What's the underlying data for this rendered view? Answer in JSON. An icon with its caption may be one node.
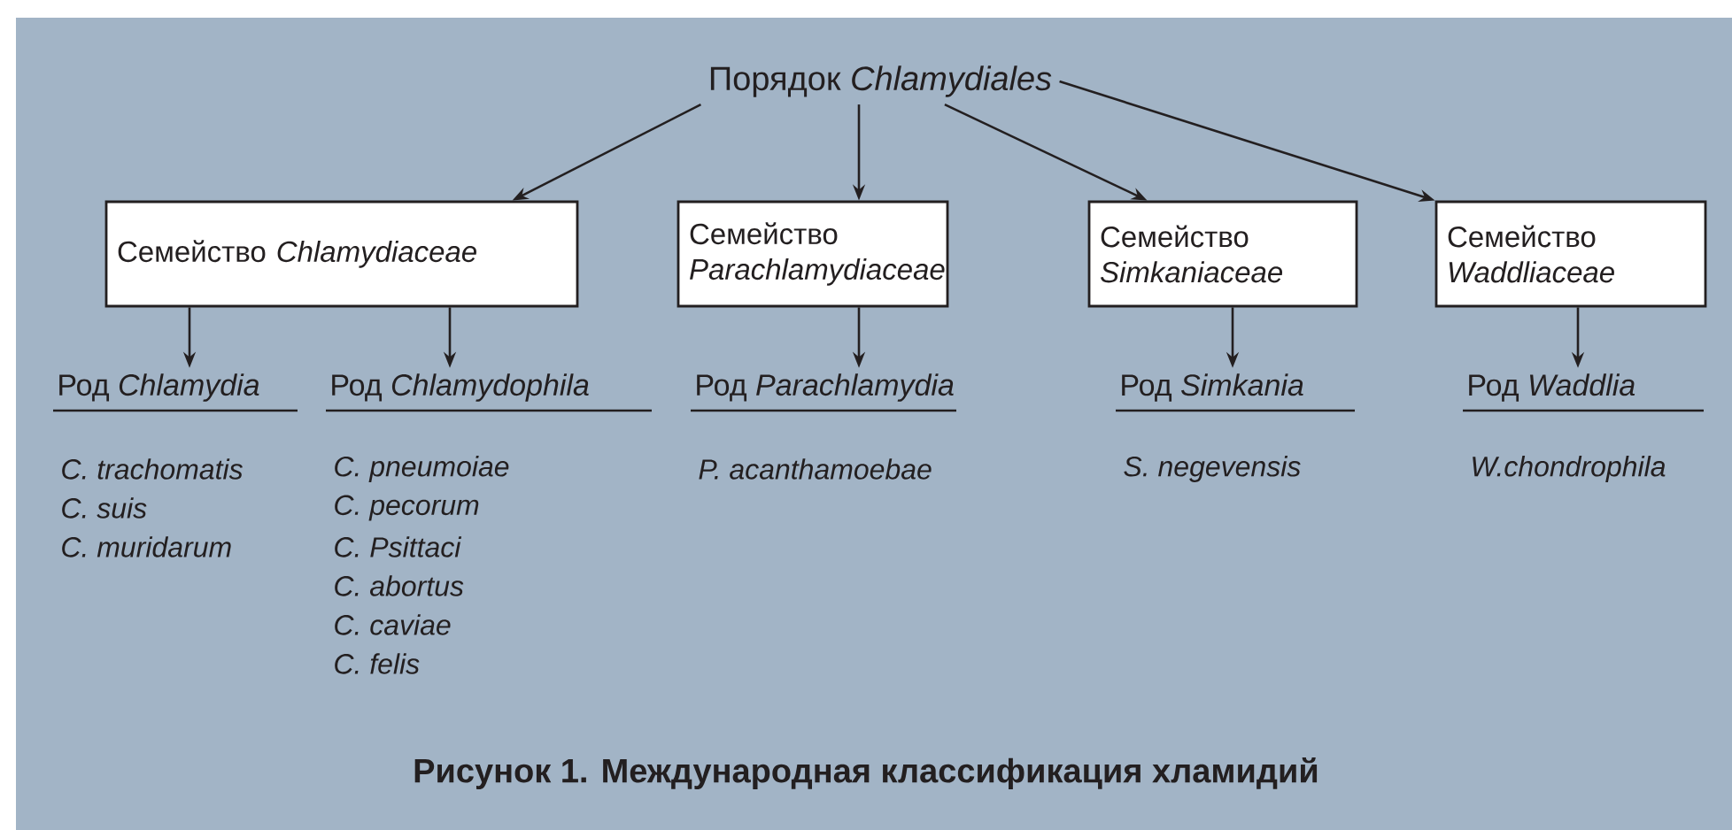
{
  "diagram": {
    "caption": "Рисунок 1. Международная классификация хламидий",
    "nodes": [
      {
        "text": [
          "Порядок *Chlamydiales*"
        ]
      },
      {
        "text": [
          "Семейство *Chlamydiaceae*"
        ]
      },
      {
        "text": [
          "Семейство *Parachlamydiaceae*"
        ]
      },
      {
        "text": [
          "Семейство *Simkaniaceae*"
        ]
      },
      {
        "text": [
          "Семейство *Waddliaceae*"
        ]
      },
      {
        "text": [
          "Род *Chlamydia*"
        ],
        "beside": [
          "C. trachomatis",
          "C. suis",
          "C. muridarum"
        ]
      },
      {
        "text": [
          "Род *Chlamydophila*"
        ],
        "beside": [
          "C. pneumoiae",
          "C. pecorum",
          "C. Psittaci",
          "C. abortus",
          "C. caviae",
          "C. felis"
        ]
      },
      {
        "text": [
          "Род *Parachlamydia*"
        ],
        "beside": [
          "P. acanthamoebae"
        ]
      },
      {
        "text": [
          "Род *Simkania*"
        ],
        "beside": [
          "S. negevensis"
        ]
      },
      {
        "text": [
          "Род *Waddlia*"
        ],
        "beside": [
          "W.chondrophila"
        ]
      }
    ],
    "edges": [
      {
        "from": 0,
        "to": 1,
        "arrow": "to"
      },
      {
        "from": 0,
        "to": 2,
        "arrow": "to"
      },
      {
        "from": 0,
        "to": 3,
        "arrow": "to"
      },
      {
        "from": 0,
        "to": 4,
        "arrow": "to"
      },
      {
        "from": 1,
        "to": 5,
        "arrow": "to"
      },
      {
        "from": 1,
        "to": 6,
        "arrow": "to"
      },
      {
        "from": 2,
        "to": 7,
        "arrow": "to"
      },
      {
        "from": 3,
        "to": 8,
        "arrow": "to"
      },
      {
        "from": 4,
        "to": 9,
        "arrow": "to"
      }
    ]
  }
}
